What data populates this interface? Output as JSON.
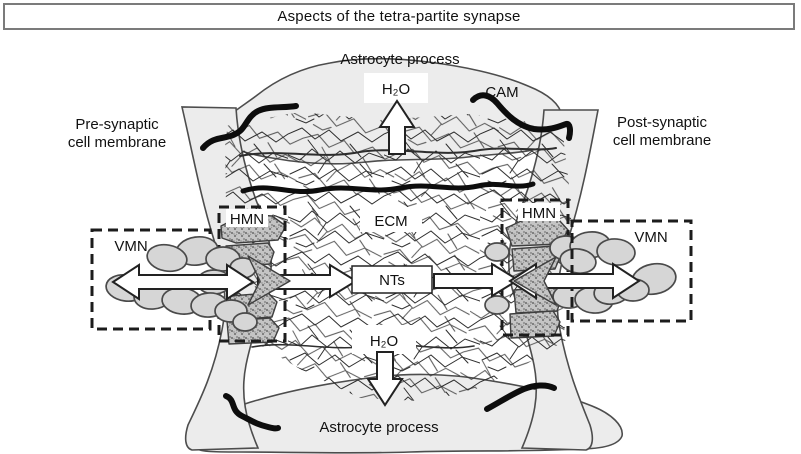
{
  "title": "Aspects of the tetra-partite synapse",
  "labels": {
    "astrocyte_top": "Astrocyte process",
    "astrocyte_bottom": "Astrocyte process",
    "h2o_top": "H₂O",
    "h2o_bottom": "H₂O",
    "cam": "CAM",
    "pre_synaptic_line1": "Pre-synaptic",
    "pre_synaptic_line2": "cell membrane",
    "post_synaptic_line1": "Post-synaptic",
    "post_synaptic_line2": "cell membrane",
    "ecm": "ECM",
    "nts": "NTs",
    "hmn_left": "HMN",
    "hmn_right": "HMN",
    "vmn_left": "VMN",
    "vmn_right": "VMN"
  },
  "colors": {
    "cell_fill": "#ececec",
    "outline": "#4d4d4d",
    "stipple_fill": "#c4c4c4",
    "mesh_stroke": "#2e2e2e",
    "arrow_fill": "#ffffff",
    "dashed_box": "#1c1c1c",
    "text": "#111111",
    "title_border": "#7b7b7b"
  }
}
